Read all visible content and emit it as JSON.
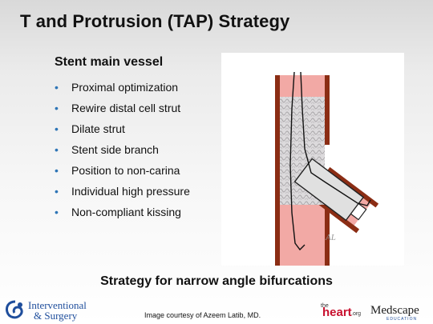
{
  "slide": {
    "title": "T and Protrusion (TAP) Strategy",
    "subheading": "Stent main vessel",
    "bullets": [
      "Proximal optimization",
      "Rewire distal cell strut",
      "Dilate strut",
      "Stent side branch",
      "Position to non-carina",
      "Individual high pressure",
      "Non-compliant kissing"
    ],
    "tagline": "Strategy for narrow angle bifurcations",
    "credit": "Image courtesy of Azeem Latib, MD."
  },
  "diagram": {
    "signature": "AL",
    "colors": {
      "vessel_wall": "#8b2d14",
      "vessel_fill": "#f2a9a5",
      "stent_mesh": "#d8d6d8",
      "stent_box": "#e0e0e0",
      "wire": "#111111"
    }
  },
  "logos": {
    "interventional_line1": "Interventional",
    "interventional_line2": "& Surgery",
    "heart_the": "the",
    "heart_name": "heart",
    "heart_org": ".org",
    "medscape_name": "Medscape",
    "medscape_sub": "EDUCATION"
  },
  "colors": {
    "bullet": "#2e75b6",
    "logo_blue": "#1f4e9c",
    "heart_red": "#c8102e"
  }
}
